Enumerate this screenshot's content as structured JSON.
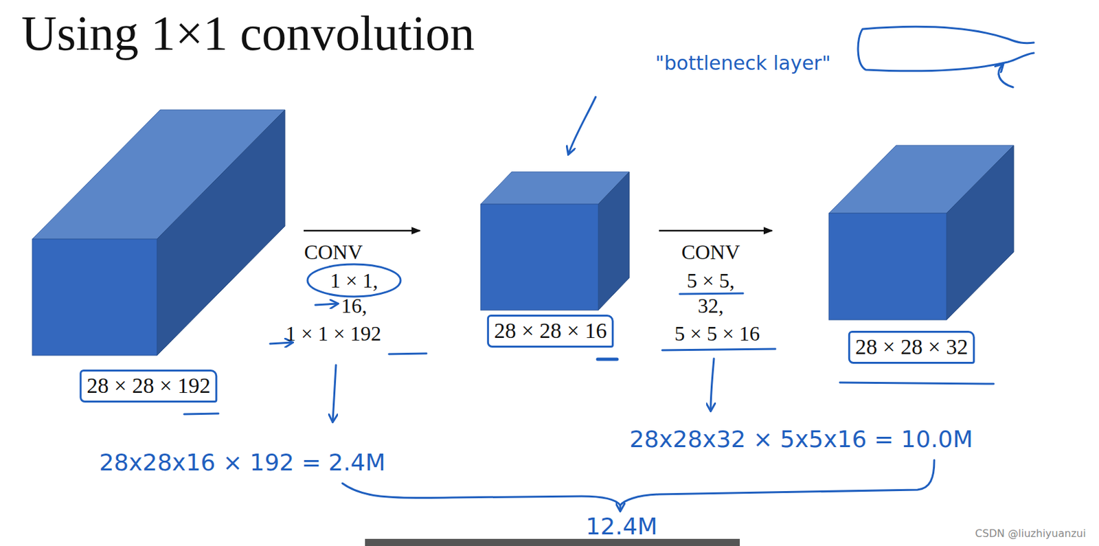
{
  "diagram": {
    "title": "Using 1×1 convolution",
    "nodes": [
      {
        "text": [
          "28 × 28 × 192"
        ]
      },
      {
        "text": [
          "28 × 28 × 16"
        ]
      },
      {
        "text": [
          "28 × 28 × 32"
        ]
      }
    ],
    "edges": [
      {
        "from": 0,
        "to": 1,
        "arrow": "to"
      },
      {
        "from": 1,
        "to": 2,
        "arrow": "to"
      }
    ],
    "labels": [
      "CONV",
      "1 × 1,",
      "16,",
      "1 × 1 × 192",
      "CONV",
      "5 × 5,",
      "32,",
      "5 × 5 × 16",
      "\"bottleneck layer\"",
      "28x28x16 × 192 = 2.4M",
      "28x28x32 × 5x5x16 = 10.0M",
      "12.4M",
      "CSDN @liuzhiyuanzui"
    ]
  }
}
